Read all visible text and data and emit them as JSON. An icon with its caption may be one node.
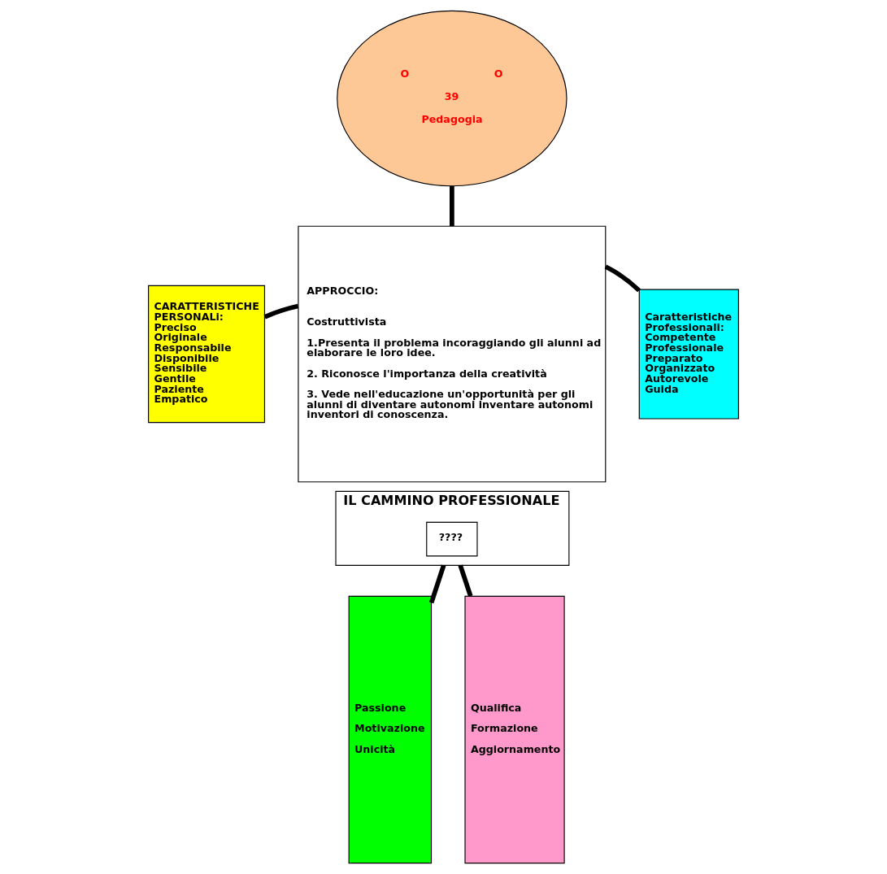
{
  "diagram": {
    "nodes": [
      {
        "text": [
          "O",
          "O",
          "39",
          "Pedagogia"
        ]
      },
      {
        "text": [
          "APPROCCIO:",
          "Costruttivista",
          "1.Presenta il problema incoraggiando gli alunni ad elaborare le loro idee.",
          "2. Riconosce l'importanza della creatività",
          "3. Vede nell'educazione un'opportunità per gli alunni di diventare autonomi inventare autonomi inventori di conoscenza."
        ]
      },
      {
        "text": [
          "CARATTERISTICHE PERSONALi:",
          "Preciso",
          "Originale",
          "Responsabile",
          "Disponibile",
          "Sensibile",
          "Gentile",
          "Paziente",
          "Empatico"
        ]
      },
      {
        "text": [
          "Caratteristiche Professionali:",
          "Competente",
          "Professionale",
          "Preparato",
          "Organizzato",
          "Autorevole",
          "Guida"
        ]
      },
      {
        "text": [
          "IL CAMMINO PROFESSIONALE"
        ]
      },
      {
        "text": [
          "????"
        ],
        "in": 4
      },
      {
        "text": [
          "Passione",
          "Motivazione",
          "Unicità"
        ]
      },
      {
        "text": [
          "Qualifica",
          "Formazione",
          "Aggiornamento"
        ]
      }
    ],
    "edges": [
      {
        "from": 0,
        "to": 1,
        "arrow": "none"
      },
      {
        "from": 1,
        "to": 2,
        "arrow": "none"
      },
      {
        "from": 1,
        "to": 3,
        "arrow": "none"
      },
      {
        "from": 4,
        "to": 6,
        "arrow": "none"
      },
      {
        "from": 4,
        "to": 7,
        "arrow": "none"
      }
    ]
  }
}
